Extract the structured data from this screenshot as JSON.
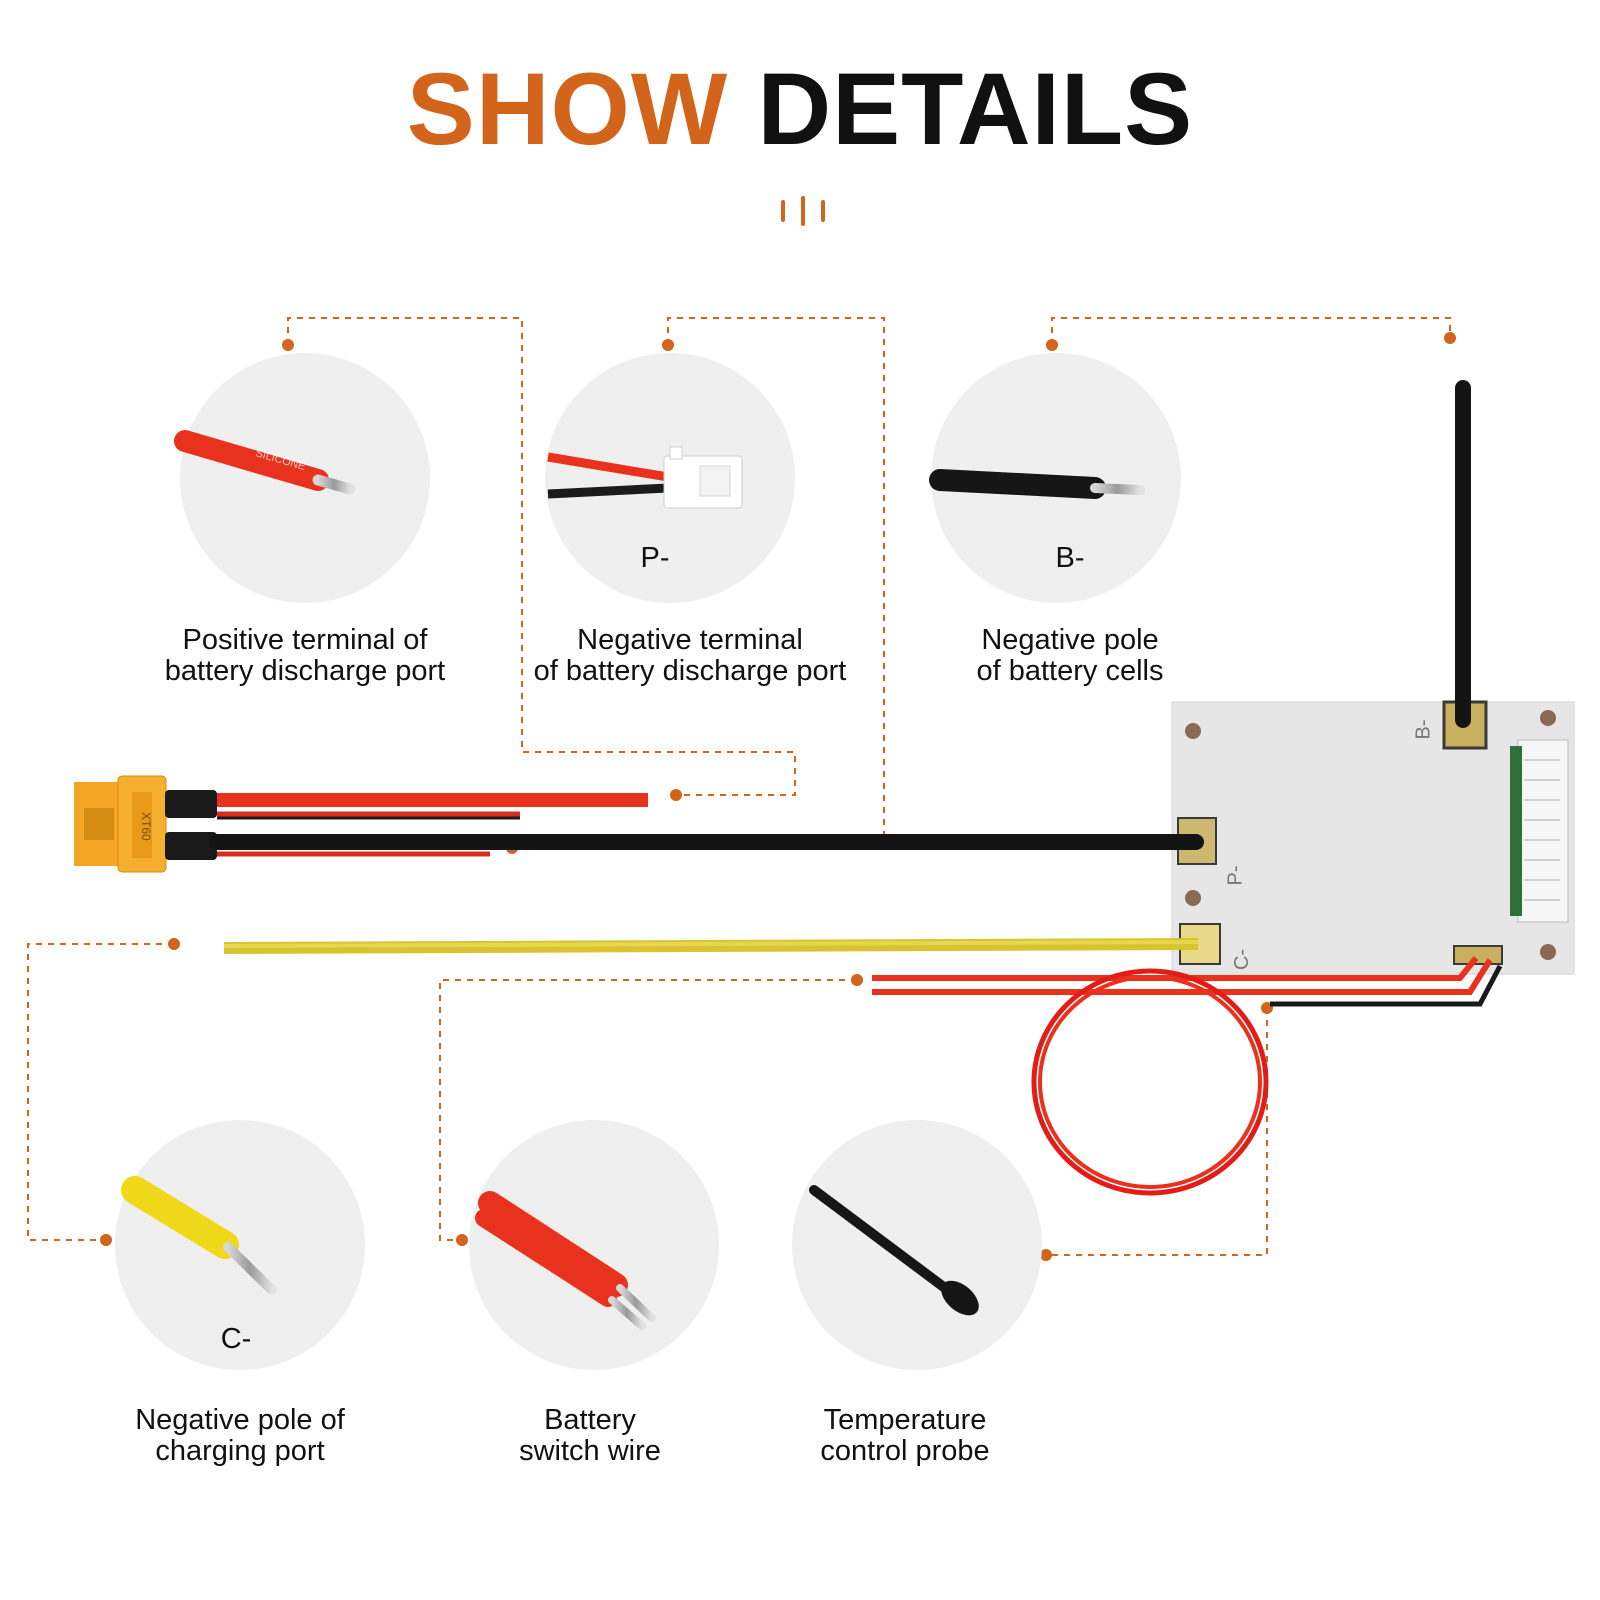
{
  "title": {
    "part1": "SHOW",
    "part2": "DETAILS"
  },
  "colors": {
    "accent": "#d2641c",
    "text": "#111111",
    "circle_bg": "#efefef",
    "board": "#dcdcdc"
  },
  "features": [
    {
      "id": "positive-discharge",
      "tag": "",
      "caption_line1": "Positive terminal of",
      "caption_line2": "battery discharge port",
      "wire": "red-silicone"
    },
    {
      "id": "negative-discharge",
      "tag": "P-",
      "caption_line1": "Negative terminal",
      "caption_line2": "of battery discharge port",
      "wire": "red-black-connector"
    },
    {
      "id": "negative-cells",
      "tag": "B-",
      "caption_line1": "Negative pole",
      "caption_line2": "of battery cells",
      "wire": "black"
    },
    {
      "id": "negative-charging",
      "tag": "C-",
      "caption_line1": "Negative pole of",
      "caption_line2": "charging port",
      "wire": "yellow"
    },
    {
      "id": "switch-wire",
      "tag": "",
      "caption_line1": "Battery",
      "caption_line2": "switch wire",
      "wire": "red-twin"
    },
    {
      "id": "temp-probe",
      "tag": "",
      "caption_line1": "Temperature",
      "caption_line2": "control probe",
      "wire": "black-probe"
    }
  ],
  "board": {
    "label_b": "B-",
    "label_p": "P-",
    "label_c": "C-"
  },
  "connector": {
    "marking": "XT60"
  }
}
